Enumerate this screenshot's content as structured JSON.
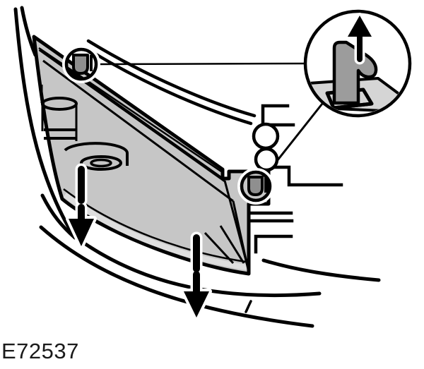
{
  "figure": {
    "label": "E72537"
  },
  "illustration": {
    "removal_arrow_count": 2,
    "retaining_clip_count": 2,
    "alignment_hole_count": 2,
    "callout": "retaining clip released upward from slot"
  },
  "icons": {
    "down_arrow": "▼",
    "up_arrow": "▲",
    "retaining_clip": "U-clip",
    "callout_circle": "detail-magnifier"
  },
  "colors": {
    "background": "#ffffff",
    "line": "#000000",
    "panel_fill": "#c6c6c6",
    "panel_edge_highlight": "#dedede",
    "clip_fill": "#8f8f8f",
    "callout_tab_fill": "#9c9c9c",
    "callout_plate_fill": "#d5d5d5",
    "label_color": "#1a1a1a"
  }
}
